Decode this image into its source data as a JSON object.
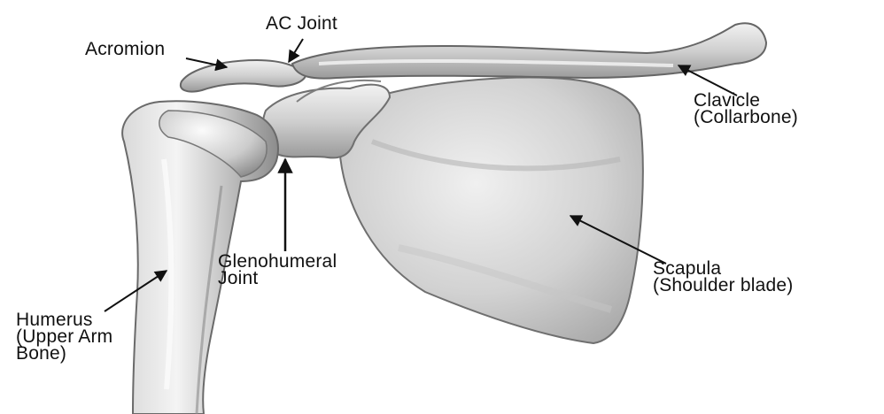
{
  "diagram": {
    "labels": {
      "ac_joint": "AC Joint",
      "acromion": "Acromion",
      "clavicle": [
        "Clavicle",
        "(Collarbone)"
      ],
      "glenohumeral": [
        "Glenohumeral",
        "Joint"
      ],
      "scapula": [
        "Scapula",
        "(Shoulder blade)"
      ],
      "humerus": [
        "Humerus",
        "(Upper Arm",
        "Bone)"
      ]
    }
  }
}
